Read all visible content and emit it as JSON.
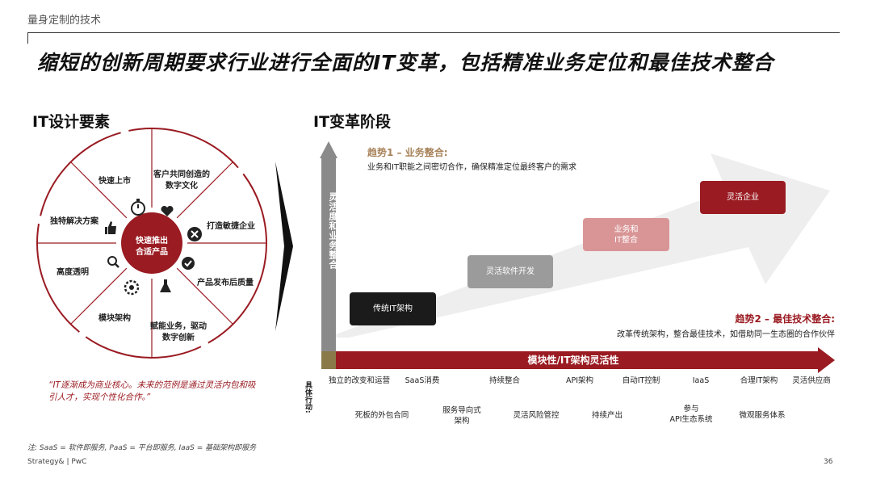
{
  "header": {
    "section_label": "量身定制的技术",
    "title": "缩短的创新周期要求行业进行全面的IT变革，包括精准业务定位和最佳技术整合"
  },
  "left": {
    "heading": "IT设计要素",
    "center": "快速推出\n合适产品",
    "segments": [
      "快速上市",
      "客户共同创造的\n数字文化",
      "打造敏捷企业",
      "产品发布后质量",
      "赋能业务，驱动\n数字创新",
      "模块架构",
      "高度透明",
      "独特解决方案"
    ],
    "quote": "“IT逐渐成为商业核心。未来的范例是通过灵活内包和吸引人才，实现个性化合作。”"
  },
  "right": {
    "heading": "IT变革阶段",
    "vertical_axis": "灵活度和业务整合",
    "horizontal_axis": "模块性/IT架构灵活性",
    "trend1": {
      "title": "趋势1 – 业务整合:",
      "desc": "业务和IT职能之间密切合作，确保精准定位最终客户的需求"
    },
    "trend2": {
      "title": "趋势2 – 最佳技术整合:",
      "desc": "改革传统架构，整合最佳技术，如借助同一生态圈的合作伙伴"
    },
    "stages": [
      "传统IT架构",
      "灵活软件开发",
      "业务和\nIT整合",
      "灵活企业"
    ],
    "examples_label": "具体行动:",
    "row1": [
      "独立的改变和运营",
      "SaaS消费",
      "持续整合",
      "API架构",
      "自动IT控制",
      "IaaS",
      "合理IT架构",
      "灵活供应商"
    ],
    "row2": [
      "死板的外包合同",
      "服务导向式\n架构",
      "灵活风险管控",
      "持续产出",
      "参与\nAPI生态系统",
      "微观服务体系"
    ]
  },
  "footer": {
    "footnote": "注: SaaS = 软件即服务, PaaS = 平台即服务, IaaS = 基础架构即服务",
    "source": "Strategy& | PwC",
    "page": "36"
  },
  "colors": {
    "accent": "#9a1b22",
    "dark": "#1b1b1b",
    "gray": "#9b9b9b",
    "pink": "#d99596",
    "gold": "#a8835a"
  },
  "icons": [
    "stopwatch-icon",
    "heart-hand-icon",
    "tools-icon",
    "check-badge-icon",
    "flask-icon",
    "gears-icon",
    "magnifier-icon",
    "thumbs-up-icon"
  ]
}
